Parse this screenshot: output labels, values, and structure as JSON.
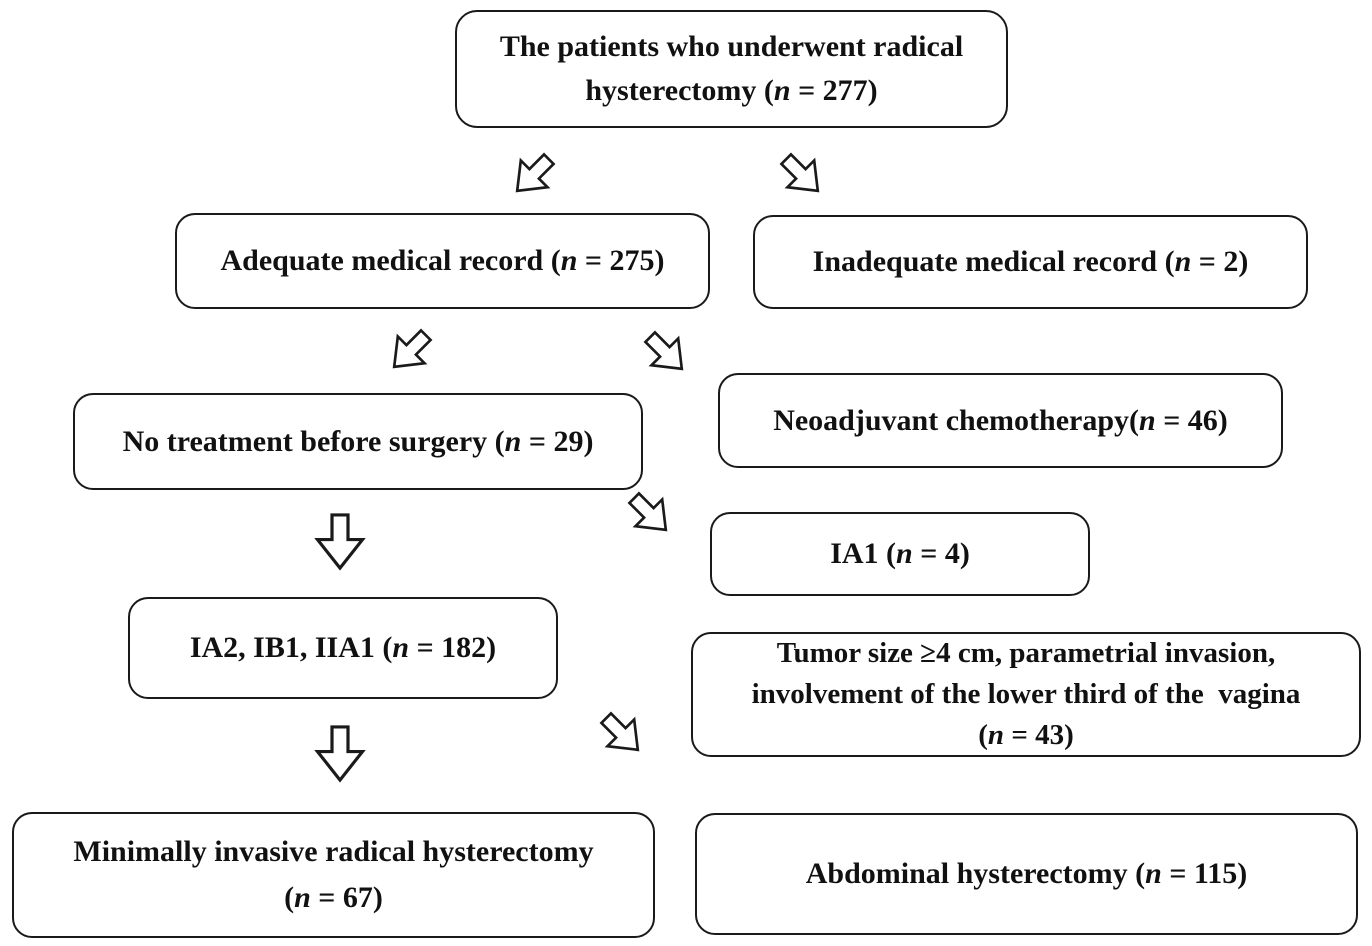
{
  "figure": {
    "background_color": "#ffffff",
    "box_border_color": "#1a1a1a",
    "text_color": "#111111",
    "description": "Patient selection flowchart for radical hysterectomy study"
  },
  "boxes": [
    {
      "id": "patients-total",
      "lines": [
        {
          "pre": "The patients who underwent radical"
        },
        {
          "pre": "hysterectomy (",
          "n": "n",
          "post": " = 277)"
        }
      ]
    },
    {
      "id": "adequate-record",
      "lines": [
        {
          "pre": "Adequate medical record (",
          "n": "n",
          "post": " = 275)"
        }
      ]
    },
    {
      "id": "inadequate-record",
      "lines": [
        {
          "pre": "Inadequate medical record (",
          "n": "n",
          "post": " = 2)"
        }
      ]
    },
    {
      "id": "no-treatment-before-surgery",
      "lines": [
        {
          "pre": "No treatment before surgery (",
          "n": "n",
          "post": " = 29)"
        }
      ]
    },
    {
      "id": "neoadjuvant-chemotherapy",
      "lines": [
        {
          "pre": "Neoadjuvant chemotherapy(",
          "n": "n",
          "post": " = 46)"
        }
      ]
    },
    {
      "id": "stage-ia1",
      "lines": [
        {
          "pre": "IA1 (",
          "n": "n",
          "post": " = 4)"
        }
      ]
    },
    {
      "id": "stage-ia2-ib1-iia1",
      "lines": [
        {
          "pre": "IA2, IB1, IIA1 (",
          "n": "n",
          "post": " = 182)"
        }
      ]
    },
    {
      "id": "tumor-criteria",
      "lines": [
        {
          "pre": "Tumor size ≥4 cm, parametrial invasion,"
        },
        {
          "pre": "involvement of the lower third of the  vagina"
        },
        {
          "pre": "(",
          "n": "n",
          "post": " = 43)"
        }
      ]
    },
    {
      "id": "minimally-invasive-rh",
      "lines": [
        {
          "pre": "Minimally invasive radical hysterectomy"
        },
        {
          "pre": "(",
          "n": "n",
          "post": " = 67)"
        }
      ]
    },
    {
      "id": "abdominal-hysterectomy",
      "lines": [
        {
          "pre": "Abdominal hysterectomy (",
          "n": "n",
          "post": " = 115)"
        }
      ]
    }
  ],
  "arrows": [
    {
      "id": "arrow-total-to-adequate",
      "direction": "down-left"
    },
    {
      "id": "arrow-total-to-inadequate",
      "direction": "down-right"
    },
    {
      "id": "arrow-adequate-to-no-treatment",
      "direction": "down-left"
    },
    {
      "id": "arrow-adequate-to-neoadjuvant",
      "direction": "down-right"
    },
    {
      "id": "arrow-no-treatment-to-stages",
      "direction": "down"
    },
    {
      "id": "arrow-no-treatment-to-ia1",
      "direction": "down-right"
    },
    {
      "id": "arrow-stages-to-mirh",
      "direction": "down"
    },
    {
      "id": "arrow-stages-to-tumor-criteria",
      "direction": "down-right"
    }
  ]
}
